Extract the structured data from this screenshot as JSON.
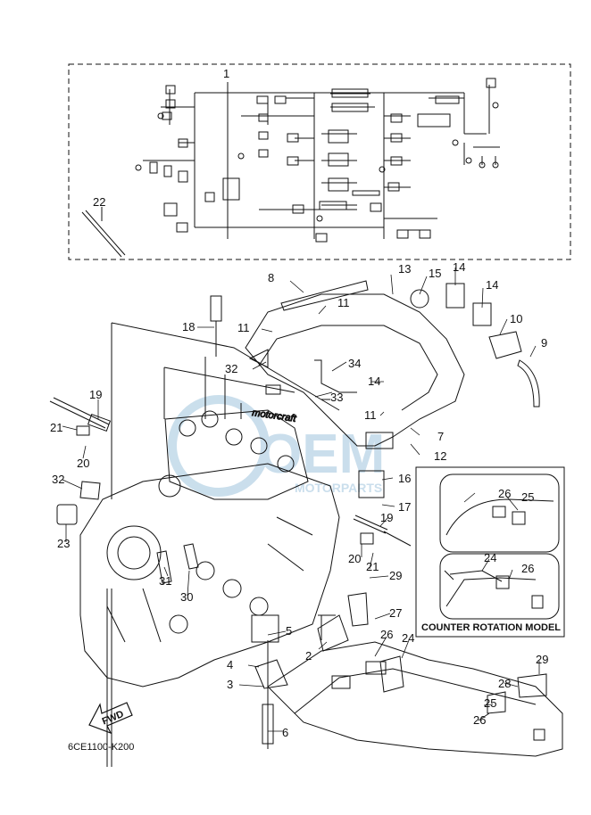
{
  "callouts": {
    "c1": "1",
    "c2": "2",
    "c3": "3",
    "c4": "4",
    "c5": "5",
    "c6": "6",
    "c7": "7",
    "c8": "8",
    "c9": "9",
    "c10": "10",
    "c11a": "11",
    "c11b": "11",
    "c11c": "11",
    "c12": "12",
    "c13": "13",
    "c14a": "14",
    "c14b": "14",
    "c14c": "14",
    "c15": "15",
    "c16": "16",
    "c17": "17",
    "c18": "18",
    "c19a": "19",
    "c19b": "19",
    "c20a": "20",
    "c20b": "20",
    "c21a": "21",
    "c21b": "21",
    "c22": "22",
    "c23": "23",
    "c24a": "24",
    "c24b": "24",
    "c25a": "25",
    "c25b": "25",
    "c26a": "26",
    "c26b": "26",
    "c26c": "26",
    "c26d": "26",
    "c27": "27",
    "c28": "28",
    "c29a": "29",
    "c29b": "29",
    "c30": "30",
    "c31": "31",
    "c32a": "32",
    "c32b": "32",
    "c33": "33",
    "c34": "34"
  },
  "inset_title": "COUNTER ROTATION MODEL",
  "part_code": "6CE1100-K200",
  "fwd_label": "FWD",
  "engine_logo": "motorcraft",
  "watermark": {
    "big": "OEM",
    "small": "MOTORPARTS"
  },
  "colors": {
    "line": "#111111",
    "watermark": "#9fc4dd"
  }
}
